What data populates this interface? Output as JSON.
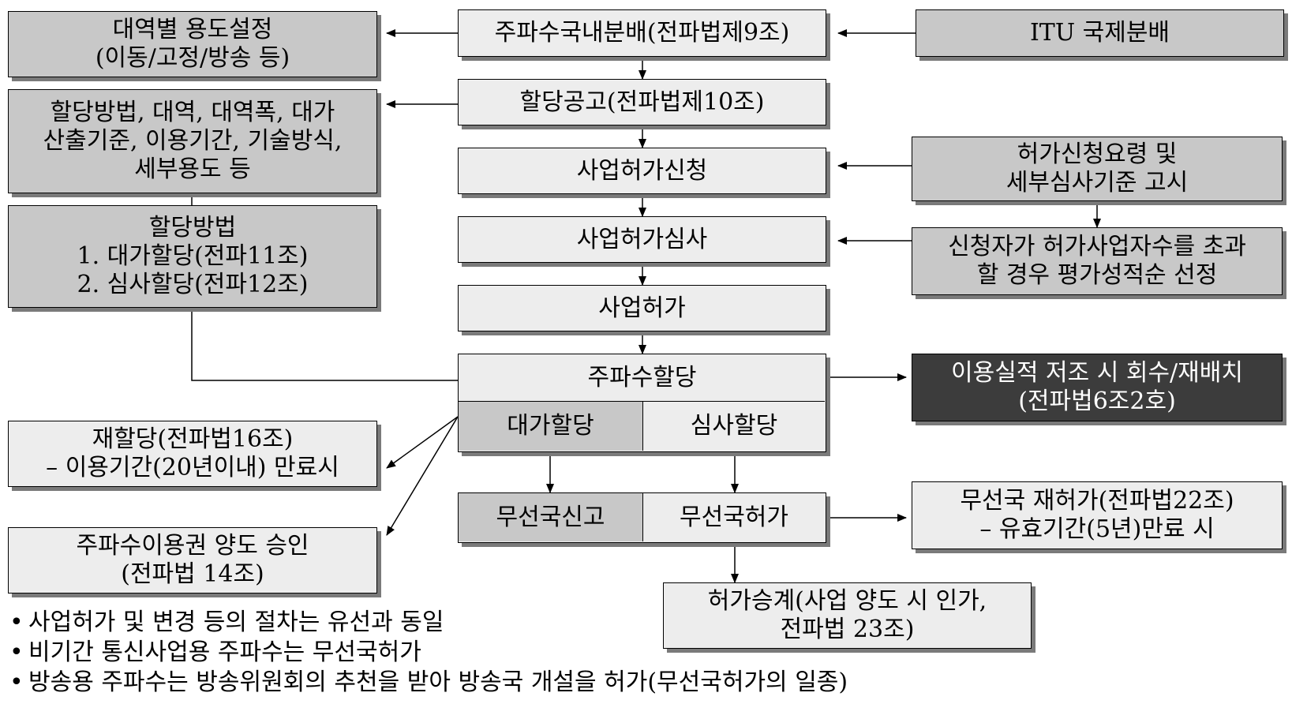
{
  "boxes": {
    "band_use": [
      "대역별 용도설정",
      "(이동/고정/방송 등)"
    ],
    "domestic_alloc": [
      "주파수국내분배(전파법제9조)"
    ],
    "itu_alloc": [
      "ITU 국제분배"
    ],
    "alloc_details": [
      "할당방법, 대역, 대역폭, 대가",
      "산출기준, 이용기간, 기술방식,",
      "세부용도 등"
    ],
    "alloc_notice": [
      "할당공고(전파법제10조)"
    ],
    "license_apply": [
      "사업허가신청"
    ],
    "apply_guide": [
      "허가신청요령 및",
      "세부심사기준 고시"
    ],
    "alloc_method": [
      "할당방법",
      "1. 대가할당(전파11조)",
      "2. 심사할당(전파12조)"
    ],
    "license_review": [
      "사업허가심사"
    ],
    "applicant_excess": [
      "신청자가 허가사업자수를 초과",
      "할 경우 평가성적순 선정"
    ],
    "license": [
      "사업허가"
    ],
    "freq_alloc": [
      "주파수할당"
    ],
    "price_alloc": [
      "대가할당"
    ],
    "review_alloc": [
      "심사할당"
    ],
    "recall": [
      "이용실적 저조 시 회수/재배치",
      "(전파법6조2호)"
    ],
    "realloc": [
      "재할당(전파법16조)",
      "– 이용기간(20년이내) 만료시"
    ],
    "transfer": [
      "주파수이용권 양도 승인",
      "(전파법 14조)"
    ],
    "station_report": [
      "무선국신고"
    ],
    "station_license": [
      "무선국허가"
    ],
    "station_relicense": [
      "무선국 재허가(전파법22조)",
      "– 유효기간(5년)만료 시"
    ],
    "succession": [
      "허가승계(사업 양도 시 인가,",
      "전파법 23조)"
    ]
  },
  "notes": [
    "사업허가 및 변경 등의 절차는 유선과 동일",
    "비기간 통신사업용 주파수는 무선국허가",
    "방송용 주파수는 방송위원회의 추천을 받아 방송국 개설을 허가(무선국허가의 일종)"
  ],
  "bullet": "•",
  "colors": {
    "light_fill": "#ededed",
    "mid_fill": "#c8c8c8",
    "dark_fill": "#3c3c3c",
    "shadow": "#7a7a7a"
  }
}
